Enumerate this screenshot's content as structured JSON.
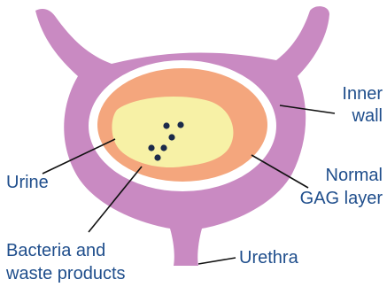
{
  "labels": {
    "inner_wall_line1": "Inner",
    "inner_wall_line2": "wall",
    "urine": "Urine",
    "gag_line1": "Normal",
    "gag_line2": "GAG layer",
    "urethra": "Urethra",
    "bacteria_line1": "Bacteria and",
    "bacteria_line2": "waste products"
  },
  "colors": {
    "bladder_wall": "#c98ac2",
    "inner_lining": "#ffffff",
    "gag_layer": "#f4a67d",
    "urine": "#f7f1a6",
    "bacteria": "#1b2a4a",
    "label_text": "#1f4e8c",
    "leader_lines": "#111111"
  }
}
